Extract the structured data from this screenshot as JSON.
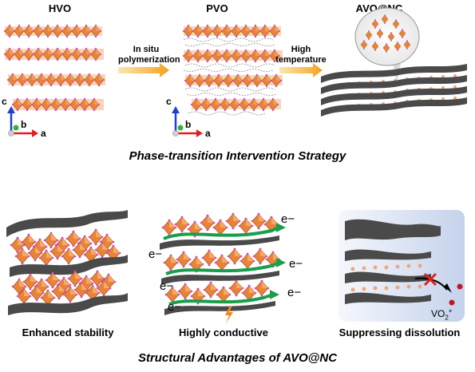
{
  "top": {
    "hvo_label": "HVO",
    "pvo_label": "PVO",
    "avo_label": "AVO@NC",
    "arrow1_line1": "In situ",
    "arrow1_line2": "polymerization",
    "arrow2_line1": "High",
    "arrow2_line2": "temperature",
    "axis_c": "c",
    "axis_b": "b",
    "axis_a": "a",
    "strategy_title": "Phase-transition Intervention Strategy"
  },
  "bottom": {
    "electron_label": "e−",
    "ion_label_main": "VO",
    "ion_label_sub": "2",
    "ion_label_sup": "+",
    "captions": [
      "Enhanced stability",
      "Highly conductive",
      "Suppressing dissolution"
    ],
    "advantages_title": "Structural Advantages of AVO@NC"
  },
  "colors": {
    "octahedra": "#e8843a",
    "octahedra_dark": "#b5561a",
    "vertex": "#d646c8",
    "carbon": "#4a4a4a",
    "polymer": "#8a8a8a",
    "arrow": "#f2a31b",
    "green_path": "#1a9e4a",
    "red_x": "#e21f1f",
    "panel_bg": "#dfe6f4"
  }
}
